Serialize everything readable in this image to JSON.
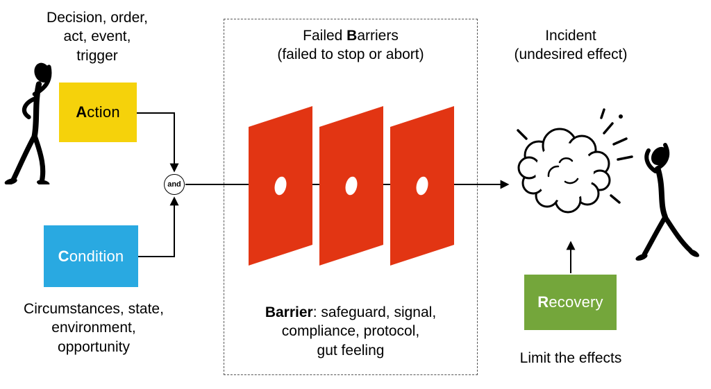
{
  "diagram": {
    "left": {
      "trigger_caption": "Decision, order,\nact, event,\ntrigger",
      "action_label": {
        "bold": "A",
        "rest": "ction"
      },
      "and_label": "and",
      "condition_label": {
        "bold": "C",
        "rest": "ondition"
      },
      "condition_caption": "Circumstances, state,\nenvironment,\nopportunity"
    },
    "barriers": {
      "title": {
        "prefix": "Failed ",
        "bold": "B",
        "suffix": "arriers"
      },
      "subtitle": "(failed to stop or abort)",
      "plate_count": 3,
      "caption": {
        "bold": "Barrier",
        "rest": ": safeguard, signal,\ncompliance, protocol,\ngut feeling"
      }
    },
    "right": {
      "incident_caption": "Incident\n(undesired effect)",
      "recovery_label": {
        "bold": "R",
        "rest": "ecovery"
      },
      "recovery_caption": "Limit the effects"
    }
  },
  "colors": {
    "action": "#f5d20b",
    "condition": "#29a9e1",
    "recovery": "#74a63b",
    "barrier": "#e23513",
    "ink": "#000000"
  },
  "icons": {
    "left_figure": "confused-person-icon",
    "right_figure": "startled-person-icon",
    "explosion": "explosion-cloud-icon",
    "connector": "and-gate-circle"
  }
}
